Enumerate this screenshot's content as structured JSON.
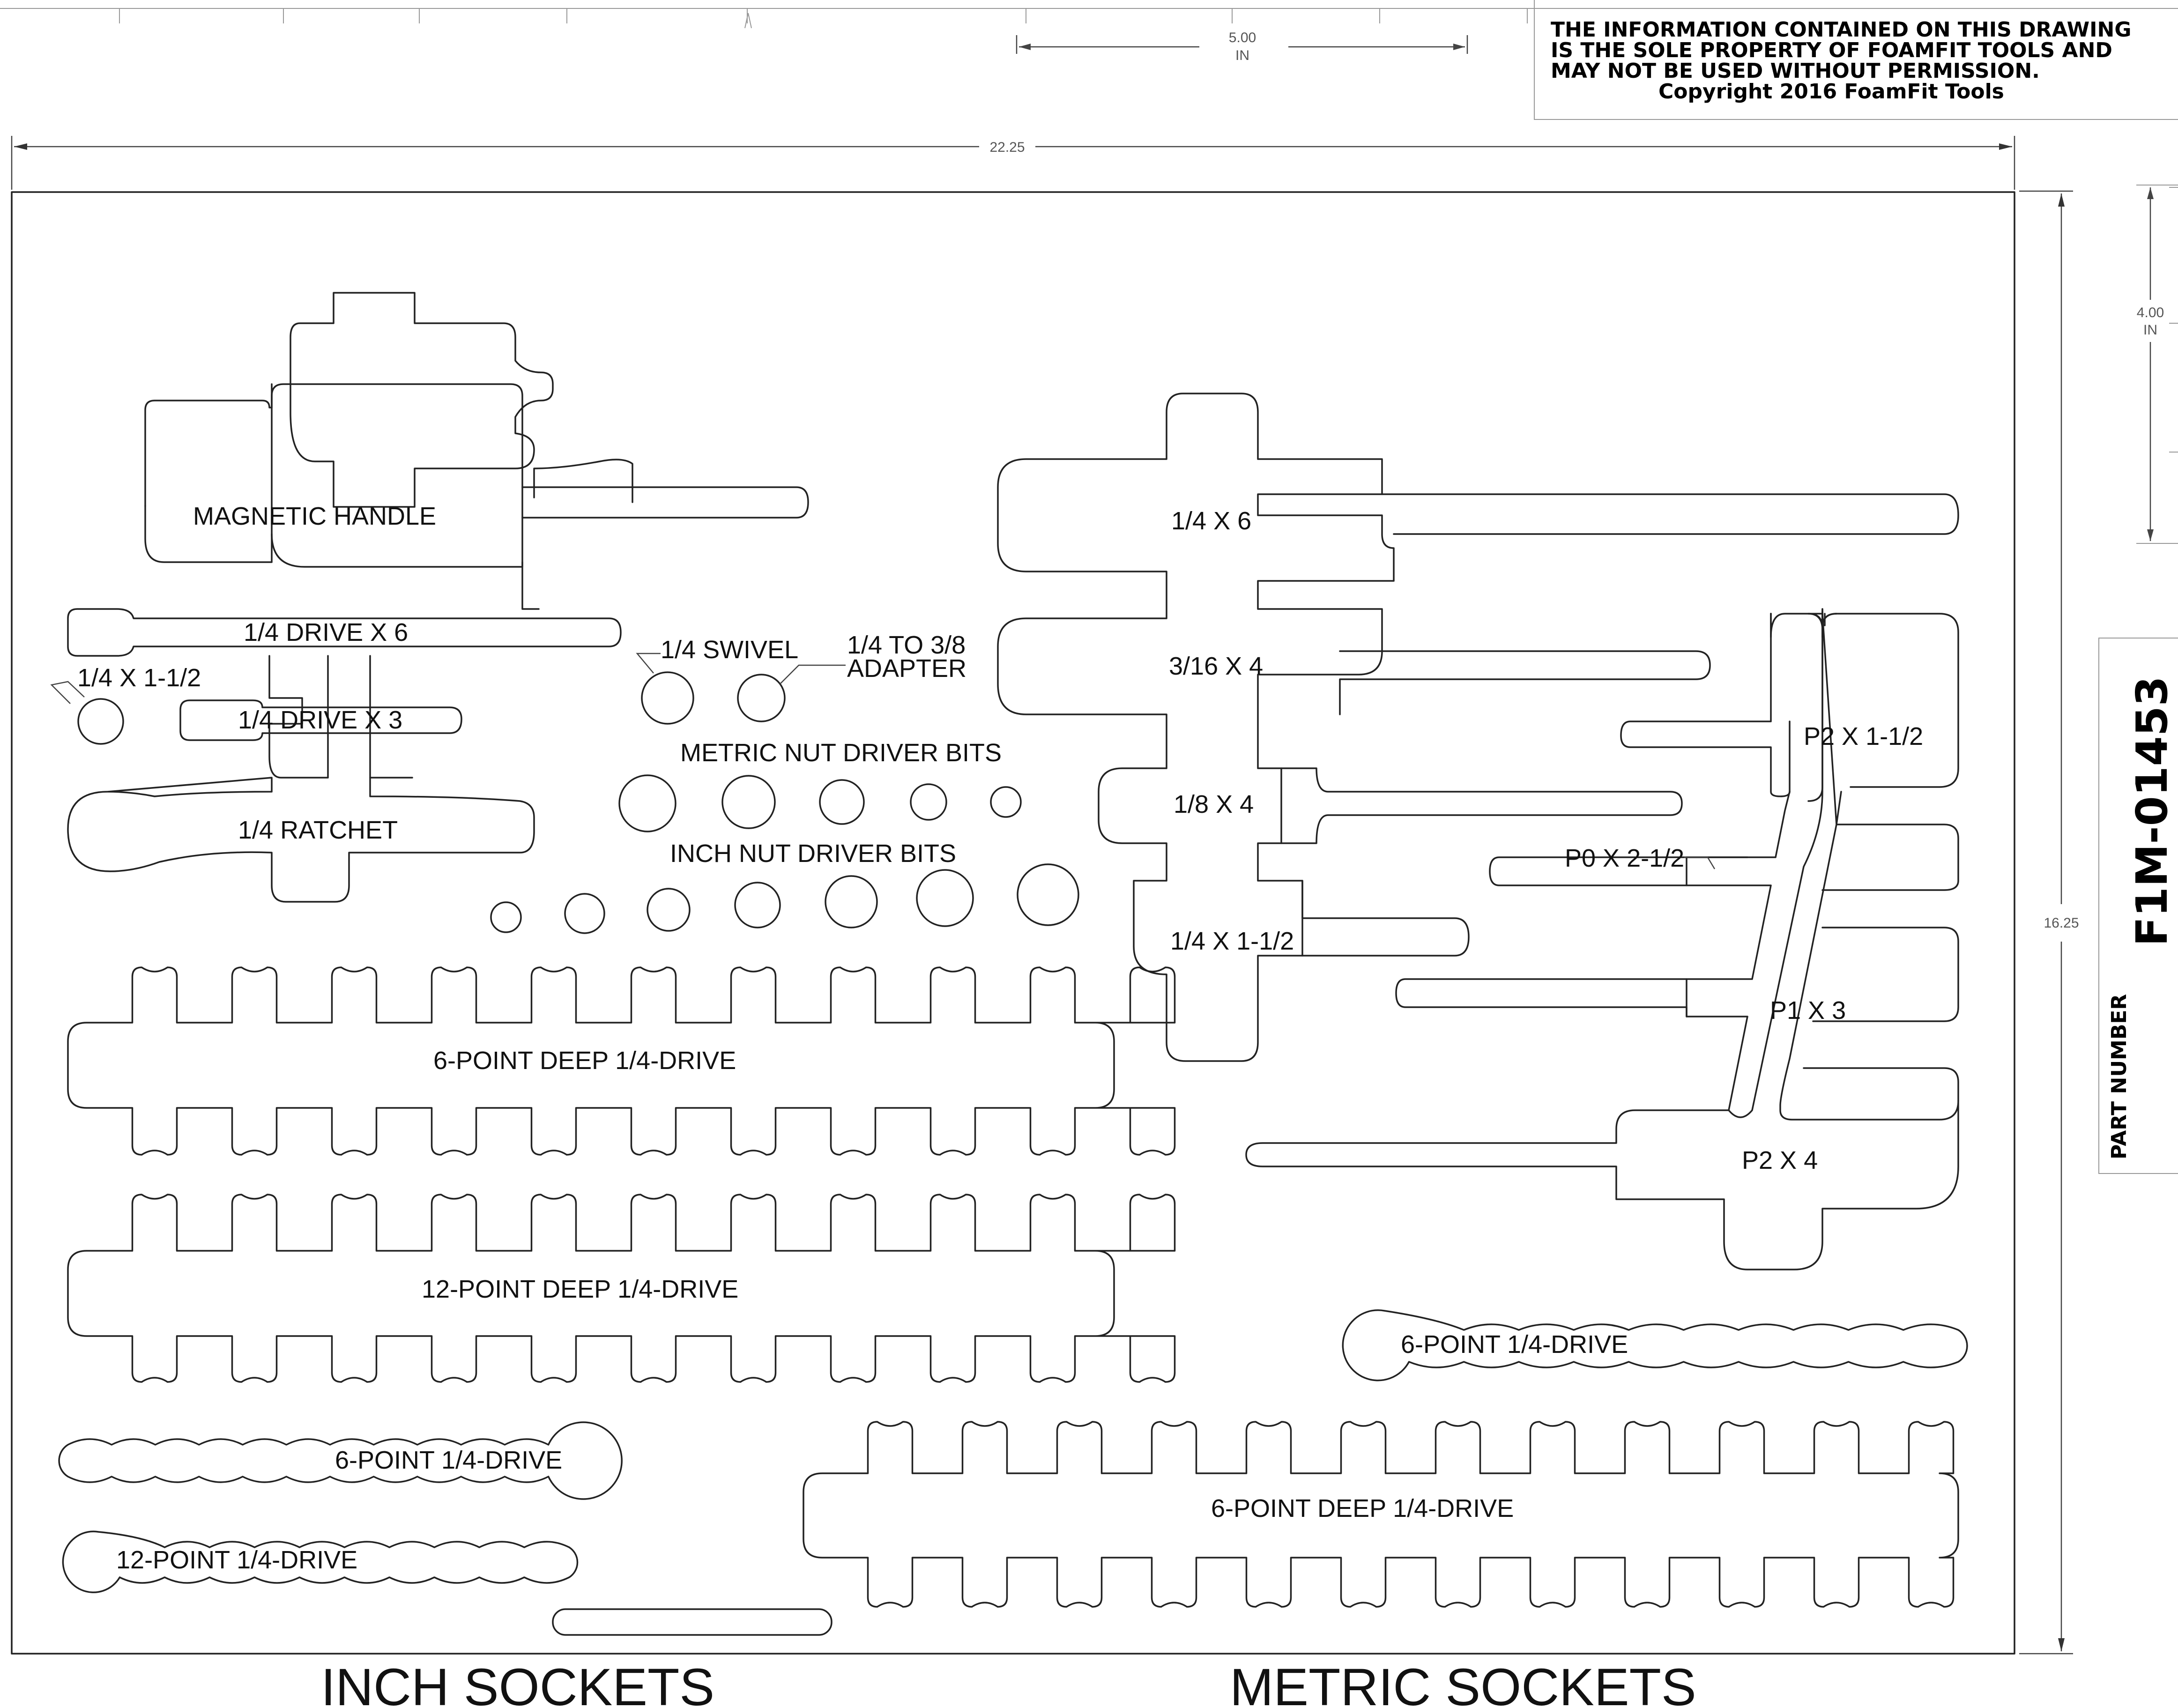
{
  "notice": {
    "line1": "THE INFORMATION CONTAINED ON THIS DRAWING",
    "line2": "IS THE SOLE PROPERTY OF FOAMFIT TOOLS AND",
    "line3": "MAY NOT BE USED WITHOUT PERMISSION.",
    "line4": "Copyright 2016 FoamFit Tools"
  },
  "dimensions": {
    "scale_x_value": "5.00",
    "scale_x_unit": "IN",
    "scale_y_value": "4.00",
    "scale_y_unit": "IN",
    "width": "22.25",
    "height": "16.25"
  },
  "part": {
    "label": "PART NUMBER",
    "number": "F1M-01453"
  },
  "sections": {
    "inch": "INCH SOCKETS",
    "metric": "METRIC SOCKETS"
  },
  "labels": {
    "magnetic_handle": "MAGNETIC HANDLE",
    "drive_x6": "1/4 DRIVE X 6",
    "x_1_1_2": "1/4 X 1-1/2",
    "drive_x3": "1/4 DRIVE X 3",
    "ratchet": "1/4 RATCHET",
    "swivel": "1/4 SWIVEL",
    "adapter_1": "1/4 TO 3/8",
    "adapter_2": "ADAPTER",
    "metric_bits": "METRIC NUT DRIVER BITS",
    "inch_bits": "INCH NUT DRIVER BITS",
    "deep6_inch": "6-POINT DEEP 1/4-DRIVE",
    "deep12_inch": "12-POINT DEEP 1/4-DRIVE",
    "six_point_inch": "6-POINT 1/4-DRIVE",
    "twelve_point_inch": "12-POINT 1/4-DRIVE",
    "sd_1_4x6": "1/4 X 6",
    "sd_3_16x4": "3/16 X 4",
    "sd_1_8x4": "1/8 X 4",
    "sd_1_4x1_1_2": "1/4 X 1-1/2",
    "p2x1_1_2": "P2 X 1-1/2",
    "p0x2_1_2": "P0 X 2-1/2",
    "p1x3": "P1 X 3",
    "p2x4": "P2 X 4",
    "six_point_metric": "6-POINT 1/4-DRIVE",
    "deep6_metric": "6-POINT DEEP 1/4-DRIVE"
  }
}
